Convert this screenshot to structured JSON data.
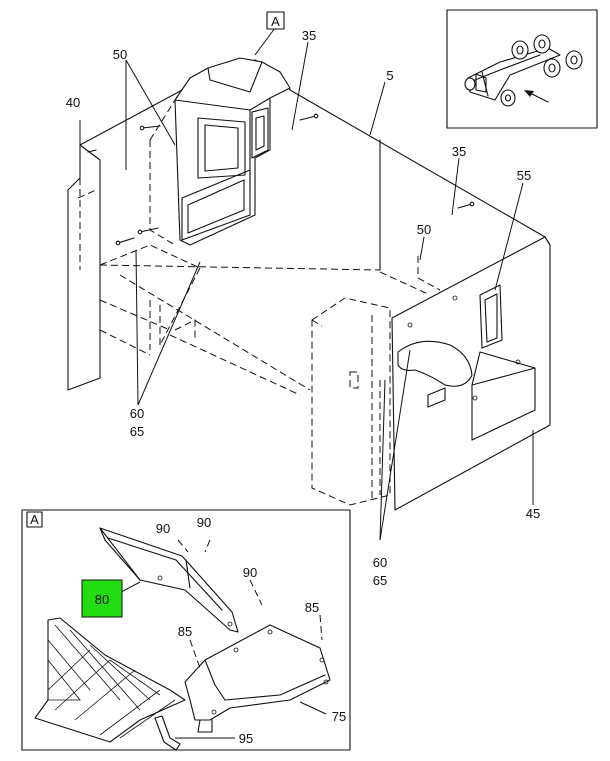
{
  "callouts": {
    "c5": "5",
    "c35a": "35",
    "c35b": "35",
    "c40": "40",
    "c45": "45",
    "c50a": "50",
    "c50b": "50",
    "c55": "55",
    "c60a": "60",
    "c65a": "65",
    "c60b": "60",
    "c65b": "65",
    "c75": "75",
    "c80": "80",
    "c85a": "85",
    "c85b": "85",
    "c90a": "90",
    "c90b": "90",
    "c90c": "90",
    "c95": "95"
  },
  "detail_refs": {
    "main_ref": "A",
    "inset_ref": "A"
  },
  "colors": {
    "highlight_box": "#22dd11",
    "line": "#111111"
  }
}
